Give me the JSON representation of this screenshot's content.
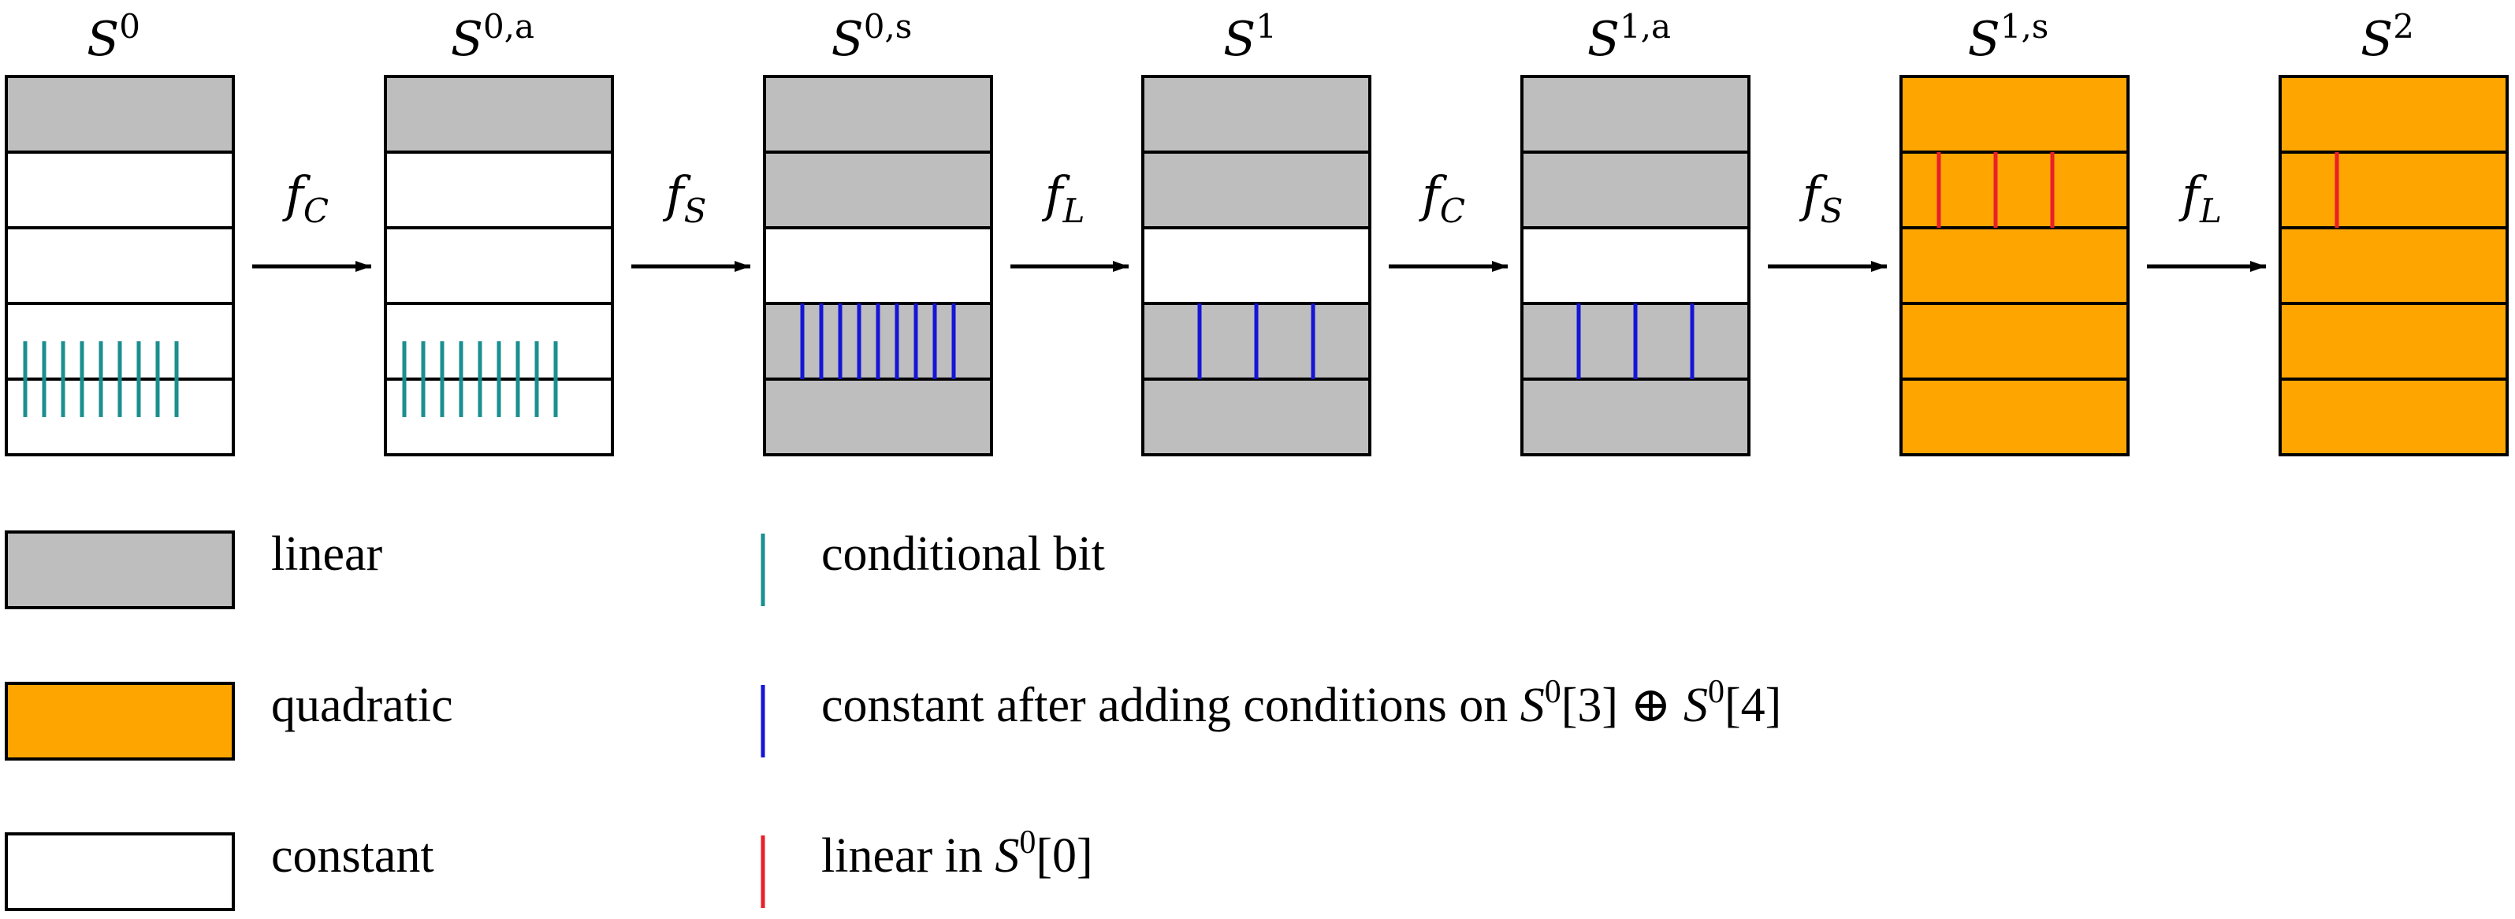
{
  "colors": {
    "linear": "#bebebe",
    "quadratic": "#ffa500",
    "constant": "#ffffff",
    "conditional_bit": "#1a8f8f",
    "constant_after_conditions": "#1515d6",
    "linear_in_s0": "#e8202a",
    "stroke": "#000000"
  },
  "states": [
    {
      "name_base": "S",
      "name_sup": "0",
      "rows": [
        "linear",
        "constant",
        "constant",
        "constant",
        "constant"
      ],
      "marks": {
        "type": "conditional_bit",
        "count": 9,
        "rows": [
          3,
          4
        ]
      }
    },
    {
      "name_base": "S",
      "name_sup": "0,a",
      "rows": [
        "linear",
        "constant",
        "constant",
        "constant",
        "constant"
      ],
      "marks": {
        "type": "conditional_bit",
        "count": 9,
        "rows": [
          3,
          4
        ]
      }
    },
    {
      "name_base": "S",
      "name_sup": "0,s",
      "rows": [
        "linear",
        "linear",
        "constant",
        "linear",
        "linear"
      ],
      "marks": {
        "type": "constant_after_conditions",
        "count": 9,
        "rows": [
          3
        ]
      }
    },
    {
      "name_base": "S",
      "name_sup": "1",
      "rows": [
        "linear",
        "linear",
        "constant",
        "linear",
        "linear"
      ],
      "marks": {
        "type": "constant_after_conditions",
        "count": 3,
        "rows": [
          3
        ]
      }
    },
    {
      "name_base": "S",
      "name_sup": "1,a",
      "rows": [
        "linear",
        "linear",
        "constant",
        "linear",
        "linear"
      ],
      "marks": {
        "type": "constant_after_conditions",
        "count": 3,
        "rows": [
          3
        ]
      }
    },
    {
      "name_base": "S",
      "name_sup": "1,s",
      "rows": [
        "quadratic",
        "quadratic",
        "quadratic",
        "quadratic",
        "quadratic"
      ],
      "marks": {
        "type": "linear_in_s0",
        "count": 3,
        "rows": [
          1
        ]
      }
    },
    {
      "name_base": "S",
      "name_sup": "2",
      "rows": [
        "quadratic",
        "quadratic",
        "quadratic",
        "quadratic",
        "quadratic"
      ],
      "marks": {
        "type": "linear_in_s0",
        "count": 1,
        "rows": [
          1
        ]
      }
    }
  ],
  "arrows": [
    {
      "base": "f",
      "sub": "C"
    },
    {
      "base": "f",
      "sub": "S"
    },
    {
      "base": "f",
      "sub": "L"
    },
    {
      "base": "f",
      "sub": "C"
    },
    {
      "base": "f",
      "sub": "S"
    },
    {
      "base": "f",
      "sub": "L"
    }
  ],
  "legend": {
    "fill_items": [
      {
        "key": "linear",
        "label": "linear"
      },
      {
        "key": "quadratic",
        "label": "quadratic"
      },
      {
        "key": "constant",
        "label": "constant"
      }
    ],
    "line_items": [
      {
        "key": "conditional_bit",
        "text": "conditional bit"
      },
      {
        "key": "constant_after_conditions",
        "text": "constant after adding conditions on ",
        "math": "S0[3] ⊕ S0[4]",
        "math_parts": [
          "S",
          "0",
          "[3] ⊕ ",
          "S",
          "0",
          "[4]"
        ]
      },
      {
        "key": "linear_in_s0",
        "text": "linear in ",
        "math": "S0[0]",
        "math_parts": [
          "S",
          "0",
          "[0]"
        ]
      }
    ]
  }
}
